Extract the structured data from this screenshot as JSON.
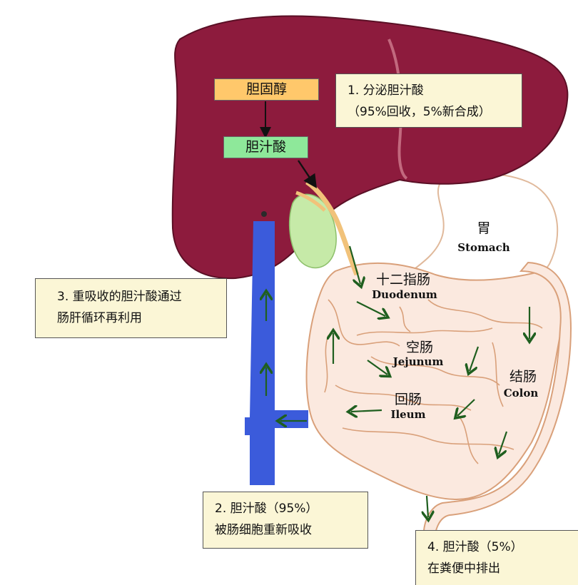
{
  "boxes": {
    "cholesterol": "胆固醇",
    "bile_acid": "胆汁酸"
  },
  "callouts": {
    "secretion": {
      "line1": "1. 分泌胆汁酸",
      "line2": "（95%回收，5%新合成）"
    },
    "reabsorption": {
      "line1": "2. 胆汁酸（95%）",
      "line2": "被肠细胞重新吸收"
    },
    "enterohepatic": {
      "line1": "3. 重吸收的胆汁酸通过",
      "line2": "肠肝循环再利用"
    },
    "excretion": {
      "line1": "4. 胆汁酸（5%）",
      "line2": "在粪便中排出"
    }
  },
  "organs": {
    "stomach": {
      "zh": "胃",
      "en": "Stomach"
    },
    "duodenum": {
      "zh": "十二指肠",
      "en": "Duodenum"
    },
    "jejunum": {
      "zh": "空肠",
      "en": "Jejunum"
    },
    "ileum": {
      "zh": "回肠",
      "en": "Ileum"
    },
    "colon": {
      "zh": "结肠",
      "en": "Colon"
    }
  },
  "colors": {
    "liver": "#8d1b3d",
    "liver_outline": "#5a0f25",
    "gallbladder": "#c6eaa8",
    "portal_vein": "#3b5bdb",
    "intestine_fill": "#fbe9df",
    "intestine_outline": "#d9a07a",
    "arrow_green": "#1f5f1f",
    "cholesterol_box": "#ffc86b",
    "bile_acid_box": "#8ee89a",
    "callout_bg": "#fbf6d6"
  }
}
